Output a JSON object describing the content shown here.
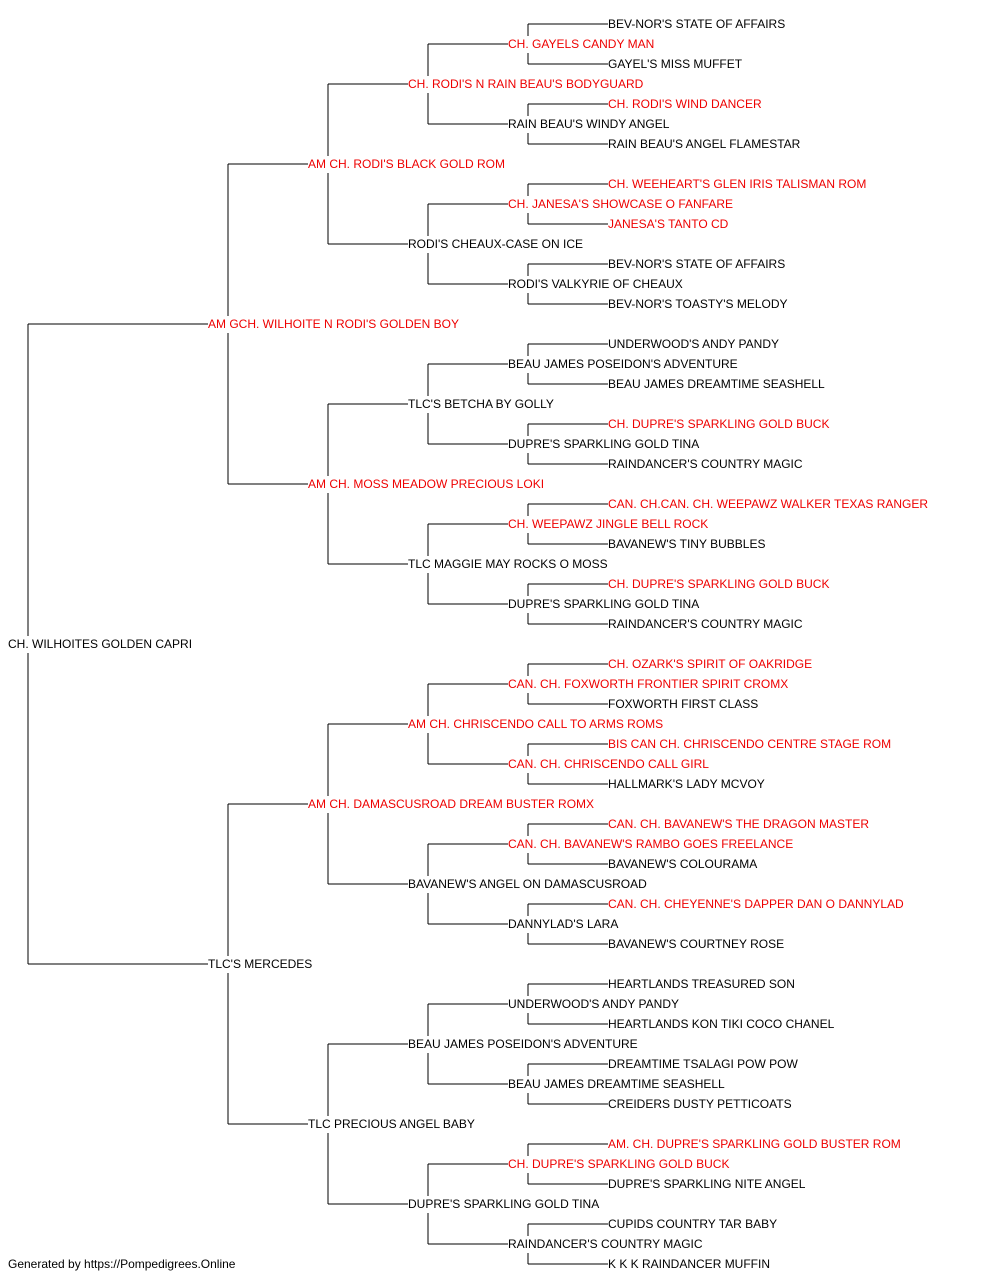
{
  "colors": {
    "champion": "#ee0000",
    "normal": "#000000",
    "line": "#000000"
  },
  "pedigree": {
    "name": "CH. WILHOITES GOLDEN CAPRI",
    "ch": false,
    "sire": {
      "name": "AM GCH. WILHOITE N RODI'S GOLDEN BOY",
      "ch": true,
      "sire": {
        "name": "AM CH. RODI'S BLACK GOLD ROM",
        "ch": true,
        "sire": {
          "name": "CH. RODI'S N RAIN BEAU'S BODYGUARD",
          "ch": true,
          "sire": {
            "name": "CH. GAYELS CANDY MAN",
            "ch": true,
            "sire": {
              "name": "BEV-NOR'S STATE OF AFFAIRS",
              "ch": false
            },
            "dam": {
              "name": "GAYEL'S MISS MUFFET",
              "ch": false
            }
          },
          "dam": {
            "name": "RAIN BEAU'S WINDY ANGEL",
            "ch": false,
            "sire": {
              "name": "CH. RODI'S WIND DANCER",
              "ch": true
            },
            "dam": {
              "name": "RAIN BEAU'S ANGEL FLAMESTAR",
              "ch": false
            }
          }
        },
        "dam": {
          "name": "RODI'S CHEAUX-CASE ON ICE",
          "ch": false,
          "sire": {
            "name": "CH. JANESA'S SHOWCASE O FANFARE",
            "ch": true,
            "sire": {
              "name": "CH. WEEHEART'S GLEN IRIS TALISMAN ROM",
              "ch": true
            },
            "dam": {
              "name": "JANESA'S TANTO CD",
              "ch": true
            }
          },
          "dam": {
            "name": "RODI'S VALKYRIE OF CHEAUX",
            "ch": false,
            "sire": {
              "name": "BEV-NOR'S STATE OF AFFAIRS",
              "ch": false
            },
            "dam": {
              "name": "BEV-NOR'S TOASTY'S MELODY",
              "ch": false
            }
          }
        }
      },
      "dam": {
        "name": "AM CH. MOSS MEADOW PRECIOUS LOKI",
        "ch": true,
        "sire": {
          "name": "TLC'S BETCHA BY GOLLY",
          "ch": false,
          "sire": {
            "name": "BEAU JAMES POSEIDON'S ADVENTURE",
            "ch": false,
            "sire": {
              "name": "UNDERWOOD'S ANDY PANDY",
              "ch": false
            },
            "dam": {
              "name": "BEAU JAMES DREAMTIME SEASHELL",
              "ch": false
            }
          },
          "dam": {
            "name": "DUPRE'S SPARKLING GOLD TINA",
            "ch": false,
            "sire": {
              "name": "CH. DUPRE'S SPARKLING GOLD BUCK",
              "ch": true
            },
            "dam": {
              "name": "RAINDANCER'S COUNTRY MAGIC",
              "ch": false
            }
          }
        },
        "dam": {
          "name": "TLC MAGGIE MAY ROCKS O MOSS",
          "ch": false,
          "sire": {
            "name": "CH. WEEPAWZ JINGLE BELL ROCK",
            "ch": true,
            "sire": {
              "name": "CAN. CH.CAN. CH. WEEPAWZ WALKER TEXAS RANGER",
              "ch": true
            },
            "dam": {
              "name": "BAVANEW'S TINY BUBBLES",
              "ch": false
            }
          },
          "dam": {
            "name": "DUPRE'S SPARKLING GOLD TINA",
            "ch": false,
            "sire": {
              "name": "CH. DUPRE'S SPARKLING GOLD BUCK",
              "ch": true
            },
            "dam": {
              "name": "RAINDANCER'S COUNTRY MAGIC",
              "ch": false
            }
          }
        }
      }
    },
    "dam": {
      "name": "TLC'S MERCEDES",
      "ch": false,
      "sire": {
        "name": "AM CH. DAMASCUSROAD DREAM BUSTER ROMX",
        "ch": true,
        "sire": {
          "name": "AM CH. CHRISCENDO CALL TO ARMS ROMS",
          "ch": true,
          "sire": {
            "name": "CAN. CH. FOXWORTH FRONTIER SPIRIT CROMX",
            "ch": true,
            "sire": {
              "name": "CH. OZARK'S SPIRIT OF OAKRIDGE",
              "ch": true
            },
            "dam": {
              "name": "FOXWORTH FIRST CLASS",
              "ch": false
            }
          },
          "dam": {
            "name": "CAN. CH. CHRISCENDO CALL GIRL",
            "ch": true,
            "sire": {
              "name": "BIS CAN CH. CHRISCENDO CENTRE STAGE ROM",
              "ch": true
            },
            "dam": {
              "name": "HALLMARK'S LADY MCVOY",
              "ch": false
            }
          }
        },
        "dam": {
          "name": "BAVANEW'S ANGEL ON DAMASCUSROAD",
          "ch": false,
          "sire": {
            "name": "CAN. CH. BAVANEW'S RAMBO GOES FREELANCE",
            "ch": true,
            "sire": {
              "name": "CAN. CH. BAVANEW'S THE DRAGON MASTER",
              "ch": true
            },
            "dam": {
              "name": "BAVANEW'S COLOURAMA",
              "ch": false
            }
          },
          "dam": {
            "name": "DANNYLAD'S LARA",
            "ch": false,
            "sire": {
              "name": "CAN. CH. CHEYENNE'S DAPPER DAN O DANNYLAD",
              "ch": true
            },
            "dam": {
              "name": "BAVANEW'S COURTNEY ROSE",
              "ch": false
            }
          }
        }
      },
      "dam": {
        "name": "TLC PRECIOUS ANGEL BABY",
        "ch": false,
        "sire": {
          "name": "BEAU JAMES POSEIDON'S ADVENTURE",
          "ch": false,
          "sire": {
            "name": "UNDERWOOD'S ANDY PANDY",
            "ch": false,
            "sire": {
              "name": "HEARTLANDS TREASURED SON",
              "ch": false
            },
            "dam": {
              "name": "HEARTLANDS KON TIKI COCO CHANEL",
              "ch": false
            }
          },
          "dam": {
            "name": "BEAU JAMES DREAMTIME SEASHELL",
            "ch": false,
            "sire": {
              "name": "DREAMTIME TSALAGI POW POW",
              "ch": false
            },
            "dam": {
              "name": "CREIDERS DUSTY PETTICOATS",
              "ch": false
            }
          }
        },
        "dam": {
          "name": "DUPRE'S SPARKLING GOLD TINA",
          "ch": false,
          "sire": {
            "name": "CH. DUPRE'S SPARKLING GOLD BUCK",
            "ch": true,
            "sire": {
              "name": "AM. CH. DUPRE'S SPARKLING GOLD BUSTER ROM",
              "ch": true
            },
            "dam": {
              "name": "DUPRE'S SPARKLING NITE ANGEL",
              "ch": false
            }
          },
          "dam": {
            "name": "RAINDANCER'S COUNTRY MAGIC",
            "ch": false,
            "sire": {
              "name": "CUPIDS COUNTRY TAR BABY",
              "ch": false
            },
            "dam": {
              "name": "K K K RAINDANCER MUFFIN",
              "ch": false
            }
          }
        }
      }
    }
  },
  "footer": "Generated by https://Pompedigrees.Online"
}
